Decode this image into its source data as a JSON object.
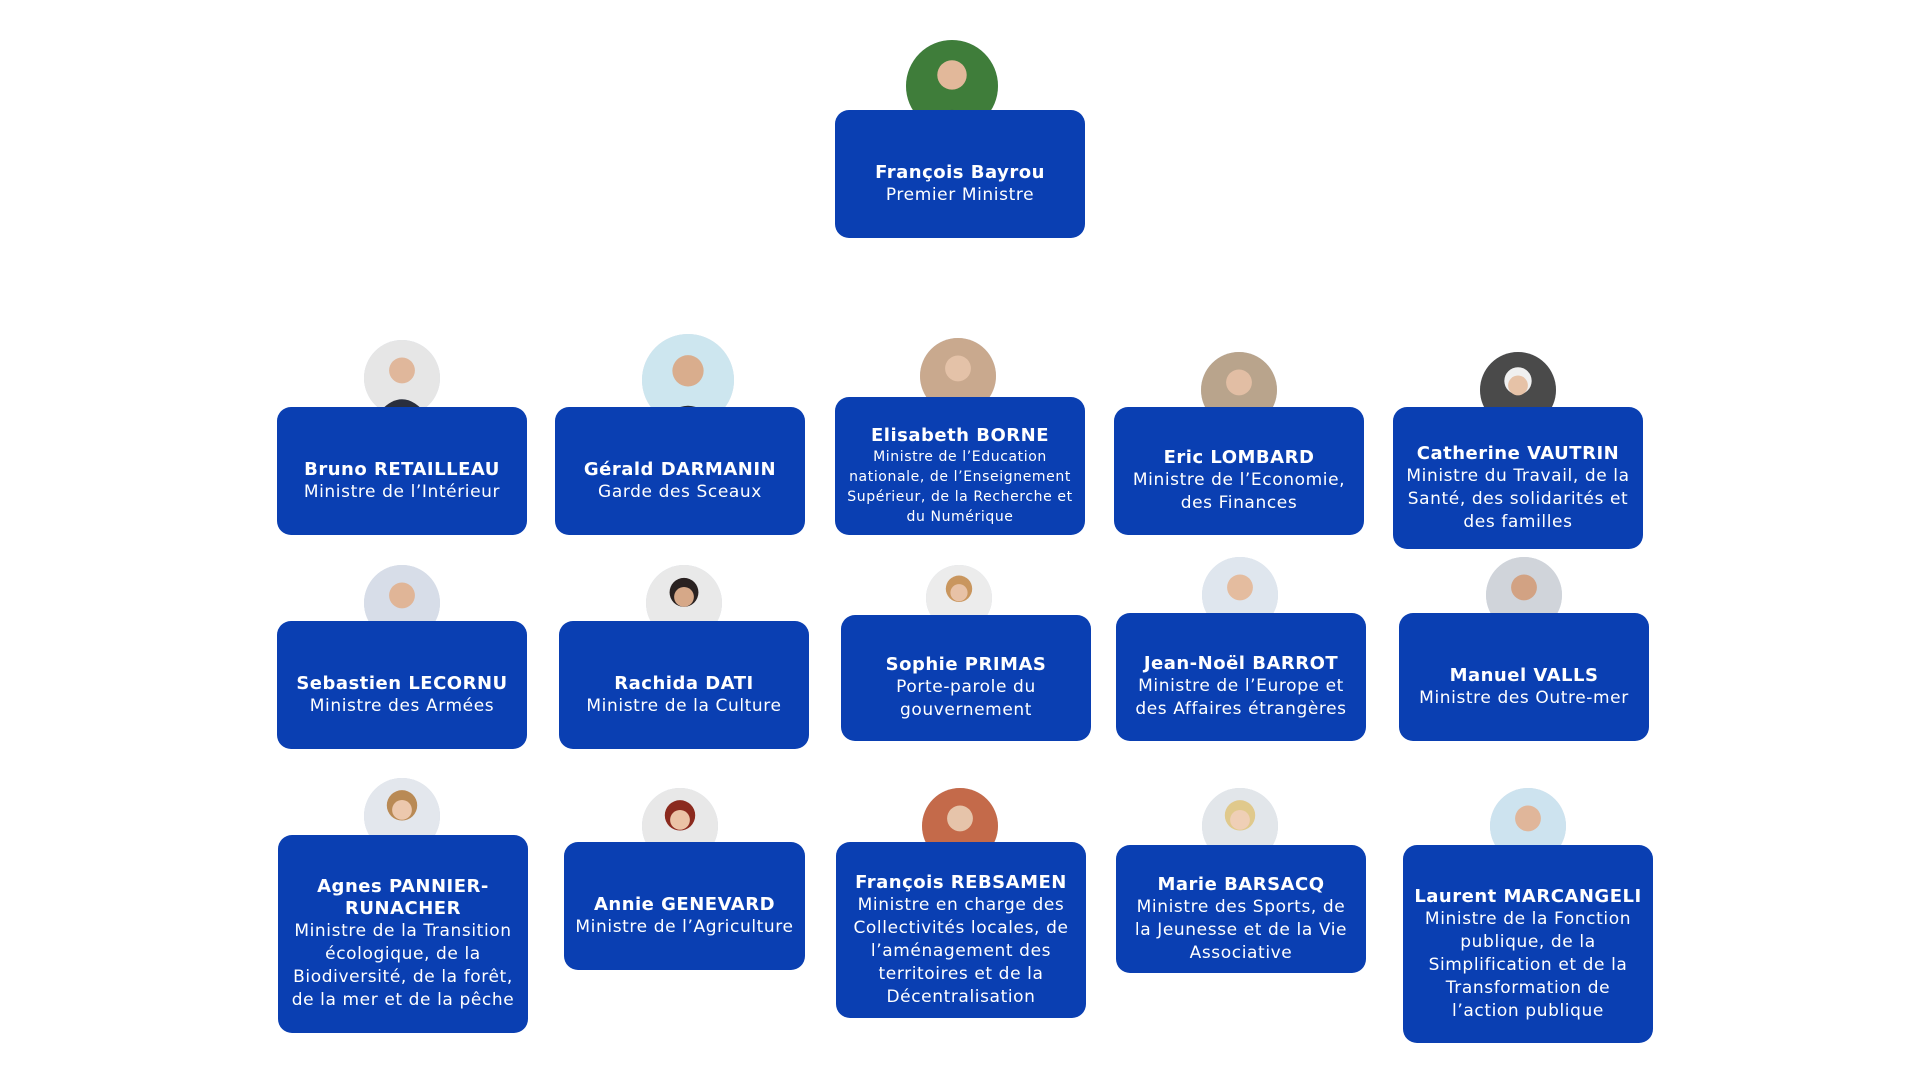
{
  "colors": {
    "card": "#0a3fb2",
    "text": "#ffffff",
    "background": "#ffffff"
  },
  "top": {
    "name": "François Bayrou",
    "role": "Premier Ministre"
  },
  "ministers": [
    {
      "name": "Bruno RETAILLEAU",
      "role": "Ministre de l’Intérieur"
    },
    {
      "name": "Gérald DARMANIN",
      "role": "Garde des Sceaux"
    },
    {
      "name": "Elisabeth BORNE",
      "role": "Ministre de l’Education nationale, de l’Enseignement Supérieur, de la Recherche et du Numérique"
    },
    {
      "name": "Eric LOMBARD",
      "role": "Ministre de l’Economie, des Finances"
    },
    {
      "name": "Catherine VAUTRIN",
      "role": "Ministre du Travail, de la Santé, des solidarités et des familles"
    },
    {
      "name": "Sebastien LECORNU",
      "role": "Ministre des Armées"
    },
    {
      "name": "Rachida DATI",
      "role": "Ministre de la Culture"
    },
    {
      "name": "Sophie PRIMAS",
      "role": "Porte-parole du gouvernement"
    },
    {
      "name": "Jean-Noël BARROT",
      "role": "Ministre de l’Europe et des Affaires étrangères"
    },
    {
      "name": "Manuel VALLS",
      "role": "Ministre des Outre-mer"
    },
    {
      "name": "Agnes PANNIER-RUNACHER",
      "role": "Ministre de la Transition écologique, de la Biodiversité, de la forêt, de la mer et de la pêche"
    },
    {
      "name": "Annie GENEVARD",
      "role": "Ministre de l’Agriculture"
    },
    {
      "name": "François REBSAMEN",
      "role": "Ministre en charge des Collectivités locales, de l’aménagement des territoires et de la Décentralisation"
    },
    {
      "name": "Marie BARSACQ",
      "role": "Ministre des Sports, de la Jeunesse et de la Vie Associative"
    },
    {
      "name": "Laurent MARCANGELI",
      "role": "Ministre de la Fonction publique, de la Simplification et de la Transformation de l’action publique"
    }
  ]
}
